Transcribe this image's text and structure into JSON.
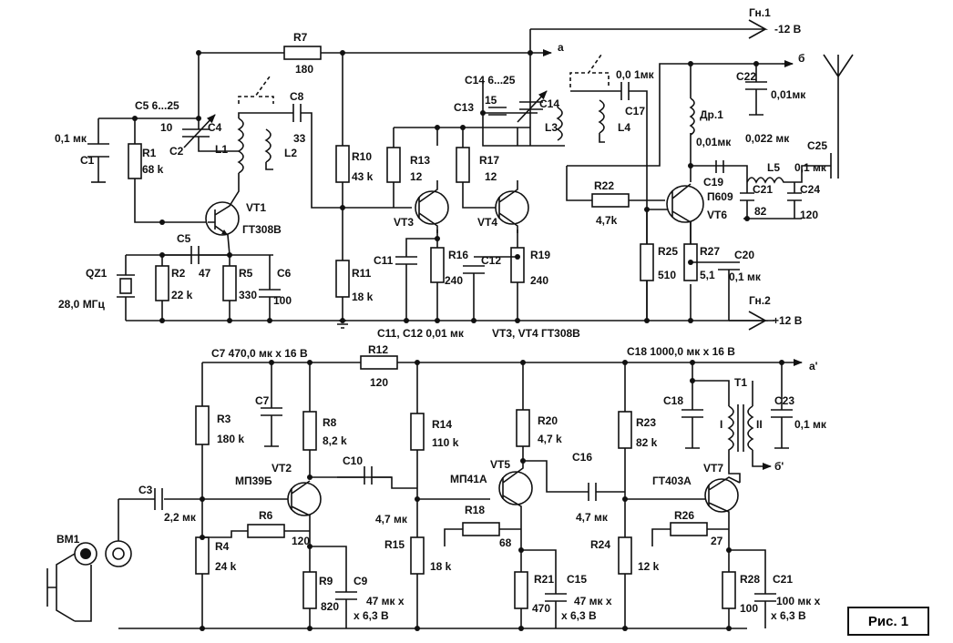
{
  "figure": {
    "label": "Рис. 1"
  },
  "terminals": {
    "gn1": "Гн.1",
    "gn1_voltage": "-12 В",
    "gn2": "Гн.2",
    "gn2_voltage": "+12 В",
    "node_a": "а",
    "node_b": "б",
    "node_a2": "а'",
    "node_b2": "б'"
  },
  "top": {
    "r7": "R7",
    "r7_val": "180",
    "c5_c2_range": "C5  6...25",
    "c1": "C1",
    "c1_val": "0,1 мк",
    "r1": "R1",
    "r1_val": "68 k",
    "c4": "C4",
    "c4_val": "10",
    "c2": "C2",
    "l1": "L1",
    "l2": "L2",
    "c8": "C8",
    "c8_val": "33",
    "vt1": "VT1",
    "vt1_type": "ГТ308В",
    "c5": "C5",
    "c5_val": "47",
    "qz1": "QZ1",
    "qz1_val": "28,0 МГц",
    "r2": "R2",
    "r2_val": "22 k",
    "r5": "R5",
    "r5_val": "330",
    "c6": "C6",
    "c6_val": "100",
    "r10": "R10",
    "r10_val": "43 k",
    "r11": "R11",
    "r11_val": "18 k",
    "r13": "R13",
    "r13_val": "12",
    "r17": "R17",
    "r17_val": "12",
    "vt3": "VT3",
    "vt4": "VT4",
    "c11": "C11",
    "c12": "C12",
    "r16": "R16",
    "r16_val": "240",
    "r19": "R19",
    "r19_val": "240",
    "c11c12_note": "C11, C12 0,01 мк",
    "vt3vt4_note": "VT3, VT4  ГТ308В",
    "c14_range": "C14  6...25",
    "c13": "C13",
    "c13_val": "15",
    "c14": "C14",
    "l3": "L3",
    "l4": "L4",
    "c17": "C17",
    "c17_val": "0,0 1мк",
    "c22": "C22",
    "c22_val": "0,01мк",
    "dr1": "Др.1",
    "dr1_val": "0,022 мк",
    "c19": "C19",
    "c19_val": "0,01мк",
    "l5": "L5",
    "c25": "C25",
    "c25_val": "0,1 мк",
    "c21": "C21",
    "c21_val": "82",
    "c24": "C24",
    "c24_val": "120",
    "r22": "R22",
    "r22_val": "4,7k",
    "vt6": "VT6",
    "vt6_type": "П609",
    "r25": "R25",
    "r25_val": "510",
    "r27": "R27",
    "r27_val": "5,1",
    "c20": "C20",
    "c20_val": "0,1 мк"
  },
  "bottom": {
    "c7_note": "C7 470,0 мк x 16 В",
    "r12": "R12",
    "r12_val": "120",
    "c18_note": "C18 1000,0 мк x 16 В",
    "r3": "R3",
    "r3_val": "180 k",
    "c7": "C7",
    "r8": "R8",
    "r8_val": "8,2 k",
    "vt2": "VT2",
    "vt2_type": "МП39Б",
    "c10": "C10",
    "c3": "C3",
    "c3_val": "2,2 мк",
    "r6": "R6",
    "r6_val": "120",
    "r4": "R4",
    "r4_val": "24 k",
    "bm1": "BM1",
    "r9": "R9",
    "r9_val": "820",
    "c9": "C9",
    "c9_val": "47 мк x",
    "c9_volt": "x 6,3 В",
    "r14": "R14",
    "r14_val": "110 k",
    "c10_val": "4,7 мк",
    "r15": "R15",
    "r15_val": "18 k",
    "r20": "R20",
    "r20_val": "4,7 k",
    "vt5": "VT5",
    "vt5_type": "МП41А",
    "r18": "R18",
    "r18_val": "68",
    "r21": "R21",
    "r21_val": "470",
    "c15": "C15",
    "c15_val": "47 мк x",
    "c15_volt": "x 6,3 В",
    "c16": "C16",
    "c16_val": "4,7 мк",
    "r23": "R23",
    "r23_val": "82 k",
    "c18": "C18",
    "t1": "T1",
    "t1_w1": "I",
    "t1_w2": "II",
    "c23": "C23",
    "c23_val": "0,1 мк",
    "vt7": "VT7",
    "vt7_type": "ГТ403А",
    "r26": "R26",
    "r26_val": "27",
    "r24": "R24",
    "r24_val": "12 k",
    "r28": "R28",
    "r28_val": "100",
    "c21": "C21",
    "c21_val": "100 мк x",
    "c21_volt": "x 6,3 В"
  }
}
